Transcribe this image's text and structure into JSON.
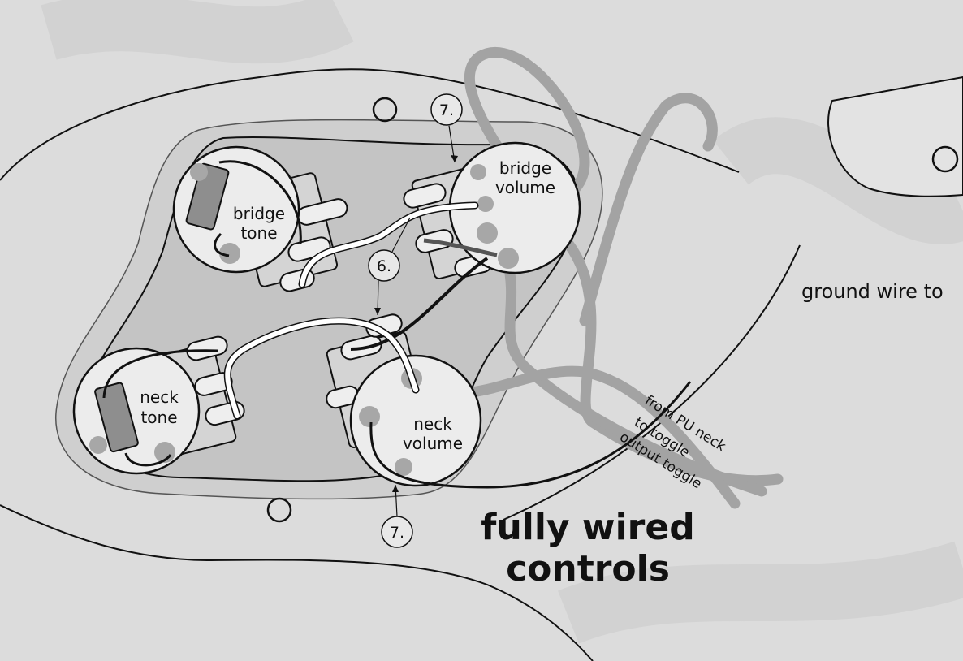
{
  "diagram": {
    "title_line1": "fully wired",
    "title_line2": "controls",
    "side_label": "ground wire to",
    "pots": {
      "bridge_tone": [
        "bridge",
        "tone"
      ],
      "bridge_volume": [
        "bridge",
        "volume"
      ],
      "neck_tone": [
        "neck",
        "tone"
      ],
      "neck_volume": [
        "neck",
        "volume"
      ]
    },
    "callouts": {
      "top_seven": "7.",
      "middle_six": "6.",
      "bottom_seven": "7."
    },
    "wire_labels": [
      "from PU neck",
      "to toggle",
      "output toggle"
    ]
  },
  "colors": {
    "background": "#dcdcdc",
    "plate": "#c7c7c7",
    "pot_body": "#ececec",
    "gray_wire": "#a3a3a3",
    "solder_dot": "#a7a7a7",
    "capacitor": "#8e8e8e",
    "line": "#111111"
  }
}
